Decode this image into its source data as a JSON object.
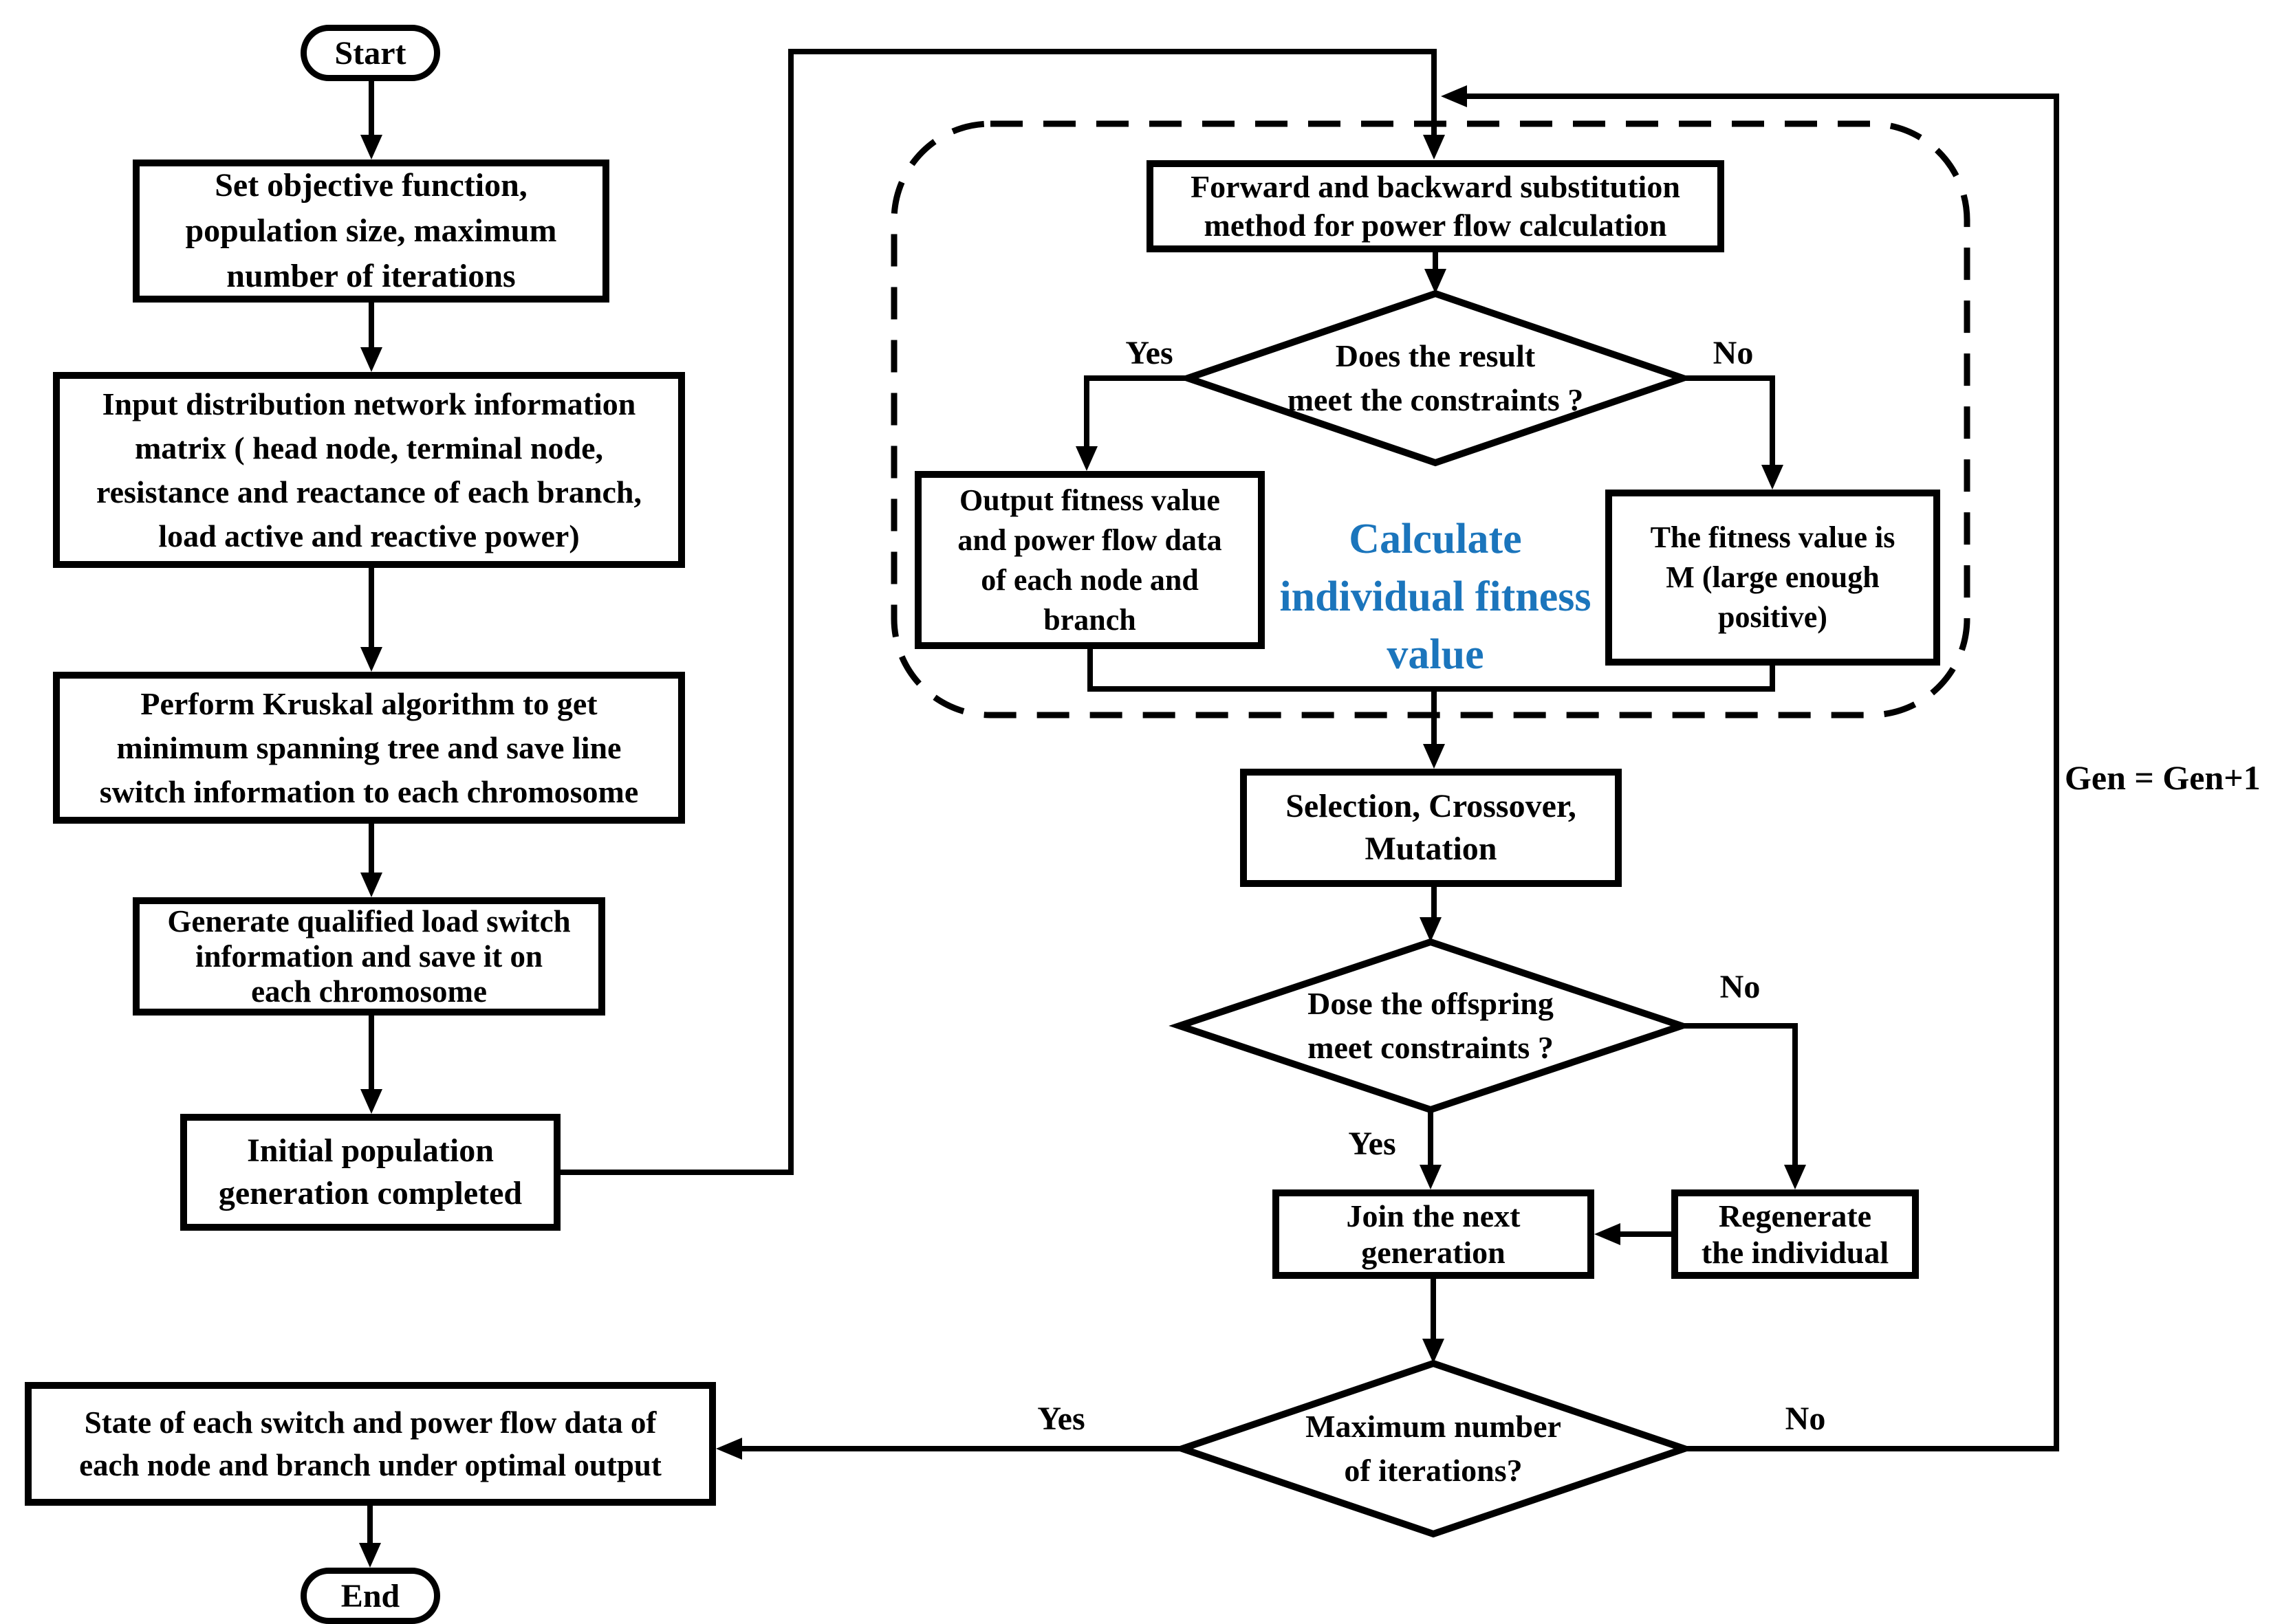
{
  "diagram": {
    "colors": {
      "accent_blue": "#1B75BC",
      "line_black": "#000000"
    },
    "nodes": {
      "start": {
        "label": "Start"
      },
      "set_objective": {
        "lines": [
          "Set objective function,",
          "population size, maximum",
          "number of iterations"
        ]
      },
      "input_matrix": {
        "lines": [
          "Input distribution network information",
          "matrix ( head node, terminal node,",
          "resistance and reactance of each branch,",
          "load active and reactive power)"
        ]
      },
      "kruskal": {
        "lines": [
          "Perform Kruskal algorithm to get",
          "minimum spanning tree and save line",
          "switch information to each chromosome"
        ]
      },
      "generate_switch": {
        "lines": [
          "Generate qualified load switch",
          "information and save it on",
          "each chromosome"
        ]
      },
      "initial_population": {
        "lines": [
          "Initial population",
          "generation completed"
        ]
      },
      "power_flow": {
        "lines": [
          "Forward and backward substitution",
          "method for power flow calculation"
        ]
      },
      "result_decision": {
        "lines": [
          "Does the result",
          "meet the constraints ?"
        ]
      },
      "output_fitness": {
        "lines": [
          "Output fitness value",
          "and power flow data",
          "of each node and",
          "branch"
        ]
      },
      "fitness_m": {
        "lines": [
          "The fitness value is",
          "M (large enough",
          "positive)"
        ]
      },
      "fitness_note": {
        "lines": [
          "Calculate",
          "individual fitness",
          "value"
        ]
      },
      "selection": {
        "lines": [
          "Selection, Crossover,",
          "Mutation"
        ]
      },
      "offspring_decision": {
        "lines": [
          "Dose the offspring",
          "meet constraints ?"
        ]
      },
      "join_next": {
        "lines": [
          "Join the next",
          "generation"
        ]
      },
      "regenerate": {
        "lines": [
          "Regenerate",
          "the individual"
        ]
      },
      "max_iter_decision": {
        "lines": [
          "Maximum number",
          "of iterations?"
        ]
      },
      "state_output": {
        "lines": [
          "State of each switch and power flow data of",
          "each node and branch under optimal output"
        ]
      },
      "end": {
        "label": "End"
      }
    },
    "labels": {
      "yes_result": "Yes",
      "no_result": "No",
      "yes_offspring": "Yes",
      "no_offspring": "No",
      "yes_max": "Yes",
      "no_max": "No",
      "gen_increment": "Gen = Gen+1"
    }
  }
}
